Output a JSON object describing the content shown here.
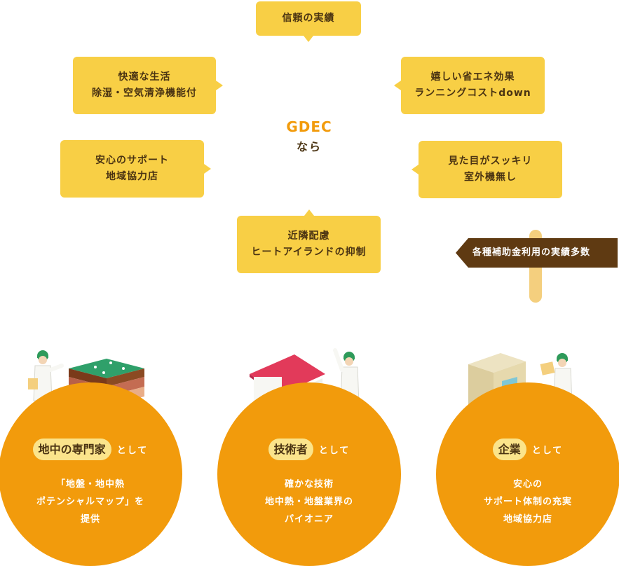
{
  "bubbles": {
    "trust": {
      "line1": "信頼の実績"
    },
    "comfort": {
      "line1": "快適な生活",
      "line2": "除湿・空気清浄機能付"
    },
    "savings": {
      "line1": "嬉しい省エネ効果",
      "line2": "ランニングコストdown"
    },
    "support": {
      "line1": "安心のサポート",
      "line2": "地域協力店"
    },
    "appearance": {
      "line1": "見た目がスッキリ",
      "line2": "室外機無し"
    },
    "neighbors": {
      "line1": "近隣配慮",
      "line2": "ヒートアイランドの抑制"
    }
  },
  "brand": {
    "logo_text": "GDEC",
    "suffix": "なら"
  },
  "signpost": {
    "label": "各種補助金利用の実績多数"
  },
  "roles": [
    {
      "title": "地中の専門家",
      "suffix": "として",
      "lines": [
        "「地盤・地中熱",
        "ポテンシャルマップ」を",
        "提供"
      ]
    },
    {
      "title": "技術者",
      "suffix": "として",
      "lines": [
        "確かな技術",
        "地中熱・地盤業界の",
        "パイオニア"
      ]
    },
    {
      "title": "企業",
      "suffix": "として",
      "lines": [
        "安心の",
        "サポート体制の充実",
        "地域協力店"
      ]
    }
  ],
  "colors": {
    "bubble": "#f8cf45",
    "text_dark": "#4a3312",
    "circle": "#f29b0c",
    "pill": "#fbe48b",
    "sign": "#5f3a12",
    "post": "#f4cf7e"
  }
}
